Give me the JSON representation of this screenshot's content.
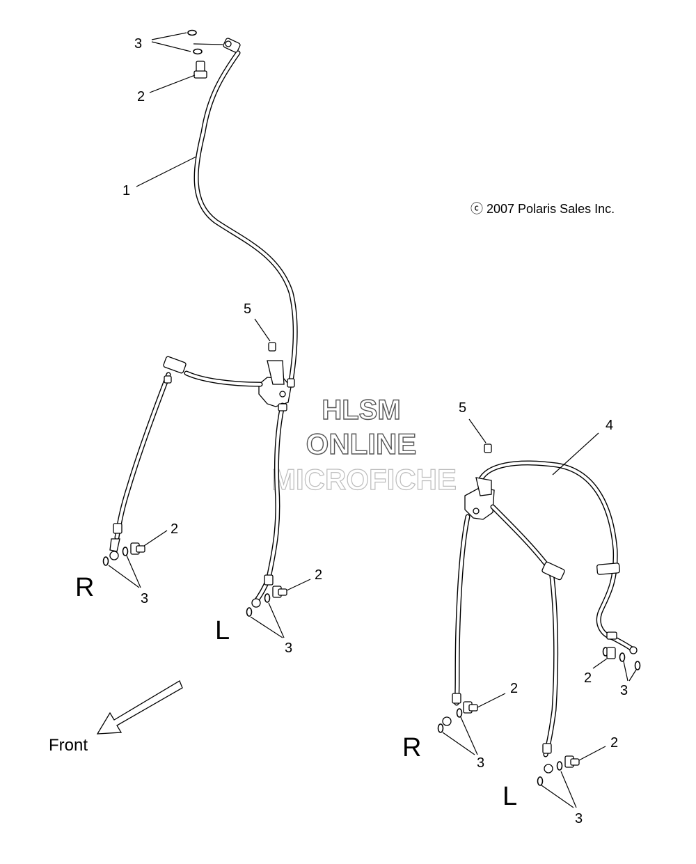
{
  "copyright": "ⓒ 2007 Polaris Sales Inc.",
  "watermark": {
    "line1": "HLSM",
    "line2": "ONLINE",
    "line3": "MICROFICHE"
  },
  "front_label": "Front",
  "callouts": {
    "c3_top": "3",
    "c2_top": "2",
    "c1": "1",
    "c5_left": "5",
    "c2_left_r": "2",
    "c3_left_r": "3",
    "c2_left_l": "2",
    "c3_left_l": "3",
    "c5_right": "5",
    "c4": "4",
    "c2_right_rear": "2",
    "c3_right_rear": "3",
    "c2_right_r": "2",
    "c3_right_r": "3",
    "c2_right_l": "2",
    "c3_right_l": "3"
  },
  "sides": {
    "left_r": "R",
    "left_l": "L",
    "right_r": "R",
    "right_l": "L"
  }
}
